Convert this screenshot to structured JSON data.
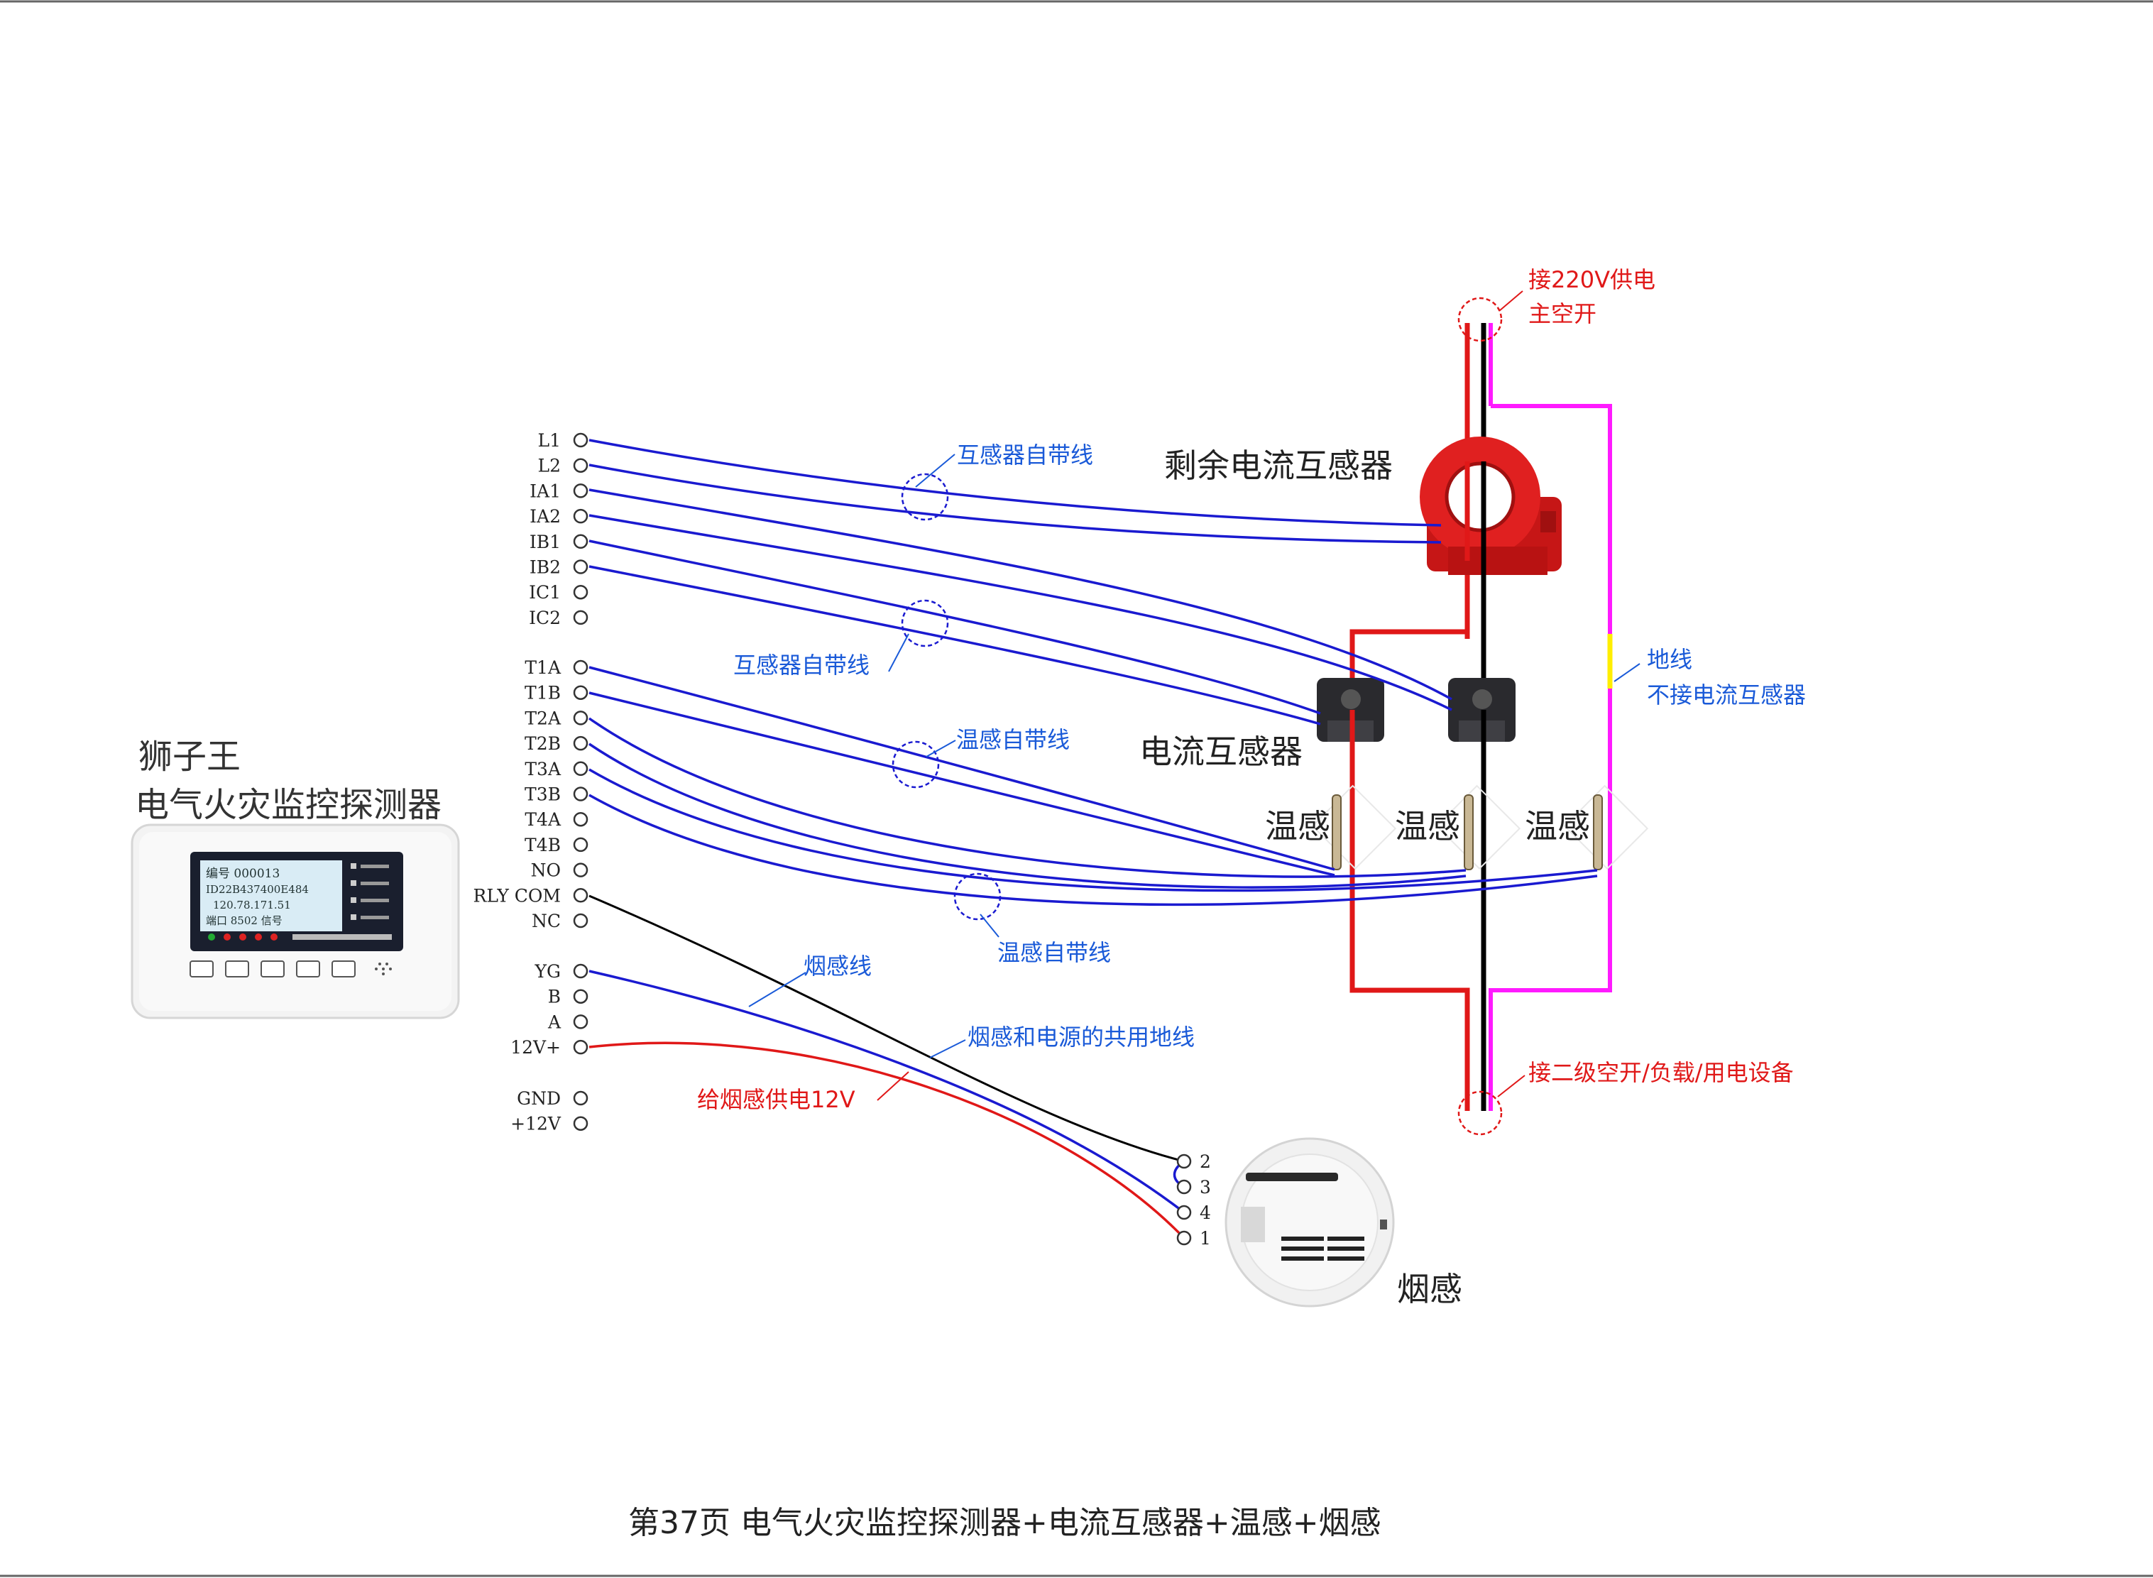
{
  "device": {
    "brand": "狮子王",
    "name": "电气火灾监控探测器",
    "screen_lines": [
      "编号 000013",
      "ID22B437400E484",
      "120.78.171.51",
      "端口 8502 信号"
    ]
  },
  "terminals": {
    "group1": [
      "L1",
      "L2",
      "IA1",
      "IA2",
      "IB1",
      "IB2",
      "IC1",
      "IC2"
    ],
    "group2": [
      "T1A",
      "T1B",
      "T2A",
      "T2B",
      "T3A",
      "T3B",
      "T4A",
      "T4B",
      "NO",
      "RLY COM",
      "NC"
    ],
    "group3": [
      "YG",
      "B",
      "A",
      "12V+"
    ],
    "group4": [
      "GND",
      "+12V"
    ]
  },
  "smoke_terminals": [
    "2",
    "3",
    "4",
    "1"
  ],
  "labels": {
    "power_in_1": "接220V供电",
    "power_in_2": "主空开",
    "rcd_sensor": "剩余电流互感器",
    "ct_wire_1": "互感器自带线",
    "ct_wire_2": "互感器自带线",
    "current_sensor": "电流互感器",
    "temp_wire_1": "温感自带线",
    "temp_wire_2": "温感自带线",
    "temp_sensor_1": "温感",
    "temp_sensor_2": "温感",
    "temp_sensor_3": "温感",
    "ground_1": "地线",
    "ground_2": "不接电流互感器",
    "smoke_wire": "烟感线",
    "shared_ground": "烟感和电源的共用地线",
    "smoke_power": "给烟感供电12V",
    "load_out": "接二级空开/负载/用电设备",
    "smoke_sensor": "烟感",
    "footer": "第37页  电气火灾监控探测器+电流互感器+温感+烟感"
  },
  "colors": {
    "wire_blue": "#1a1ad0",
    "wire_red": "#e01818",
    "wire_black": "#000000",
    "wire_magenta": "#ff1aff",
    "ground_yellow": "#ffee00",
    "label_red": "#e01818",
    "label_blue": "#1a5ad8",
    "sensor_red": "#d81a1a"
  }
}
